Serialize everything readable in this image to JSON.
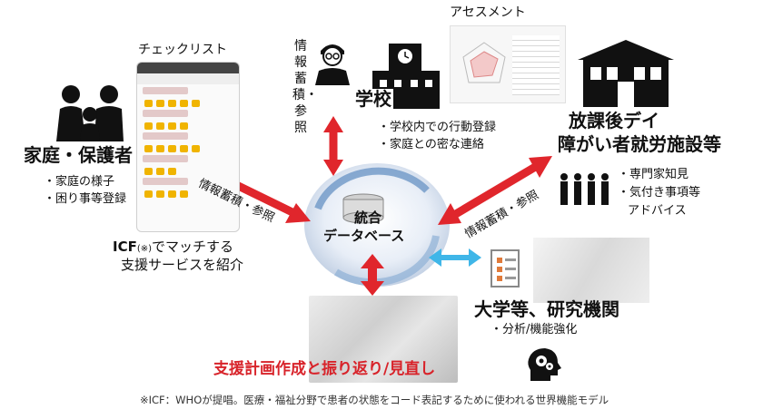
{
  "labels": {
    "checklist": "チェックリスト",
    "assessment": "アセスメント",
    "info_vertical": "情報蓄積・参照",
    "school": "学校",
    "school_b1": "・学校内での行動登録",
    "school_b2": "・家庭との密な連絡",
    "family": "家庭・保護者",
    "family_b1": "・家庭の様子",
    "family_b2": "・困り事等登録",
    "info_left": "情報蓄積・参照",
    "info_right": "情報蓄積・参照",
    "db_line1": "統合",
    "db_line2": "データベース",
    "afterschool_l1": "放課後デイ",
    "afterschool_l2": "障がい者就労施設等",
    "after_b1": "・専門家知見",
    "after_b2": "・気付き事項等",
    "after_b3": "アドバイス",
    "icf_a": "ICF",
    "icf_sub": "(※)",
    "icf_b": "でマッチする",
    "icf_line2": "支援サービスを紹介",
    "university": "大学等、研究機関",
    "uni_b1": "・分析/機能強化",
    "plan": "支援計画作成と振り返り/見直し",
    "footnote": "※ICF：WHOが提唱。医療・福祉分野で患者の状態をコード表記するために使われる世界機能モデル"
  },
  "colors": {
    "arrow_red": "#e0262c",
    "arrow_blue": "#3fb6e8",
    "circle_blue": "#6e97c7",
    "text_red": "#d8232a"
  },
  "icons": [
    "family-icon",
    "teacher-icon",
    "school-building-icon",
    "afterschool-building-icon",
    "people-group-icon",
    "document-icon",
    "head-gears-icon",
    "database-icon"
  ]
}
